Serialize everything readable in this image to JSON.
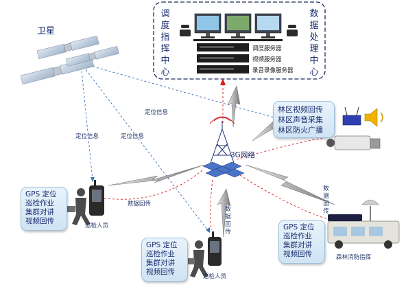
{
  "satellite": {
    "label": "卫星"
  },
  "control_center": {
    "title_left": [
      "调",
      "度",
      "指",
      "挥",
      "中",
      "心"
    ],
    "title_right": [
      "数",
      "据",
      "处",
      "理",
      "中",
      "心"
    ],
    "servers": [
      "调度服务器",
      "视频服务器",
      "录音录像服务器"
    ]
  },
  "network": {
    "label": "3G网络"
  },
  "links": {
    "positioning_1": "定位信息",
    "positioning_2": "定位信息",
    "positioning_3": "定位信息",
    "data_return_horizontal": "数据回传",
    "data_return_vertical": [
      "数",
      "据",
      "回",
      "传"
    ],
    "data_return_right": [
      "数",
      "据",
      "回",
      "传"
    ]
  },
  "forest_box": {
    "lines": [
      "林区视频回传",
      "林区声音采集",
      "林区防火广播"
    ]
  },
  "patrol_left": {
    "lines": [
      "GPS 定位",
      "巡检作业",
      "集群对讲",
      "视频回传"
    ],
    "person_label": "巡检人员"
  },
  "patrol_bottom": {
    "lines": [
      "GPS 定位",
      "巡检作业",
      "集群对讲",
      "视频回传"
    ],
    "person_label": "巡检人员"
  },
  "fire_command": {
    "lines": [
      "GPS 定位",
      "巡检作业",
      "集群对讲",
      "视频回传"
    ],
    "vehicle_label": "森林消防指挥"
  },
  "colors": {
    "dashed_red": "#d62020",
    "dashed_blue": "#3a6fb5",
    "box_text": "#1a2c6e",
    "center_border": "#1e2b5a"
  }
}
